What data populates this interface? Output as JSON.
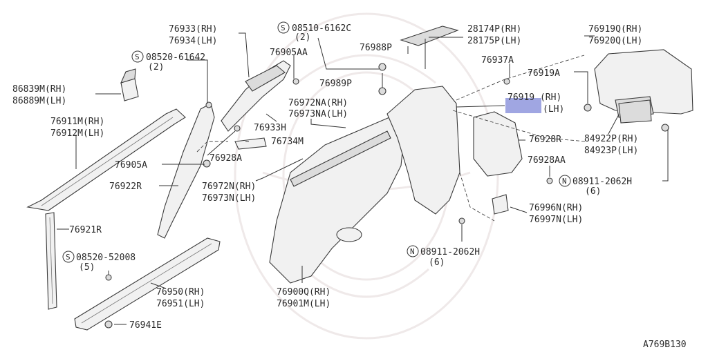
{
  "diagram_id": "A769B130",
  "callouts": {
    "c76933rh": "76933(RH)",
    "c76934lh": "76934(LH)",
    "s08510": "08510-6162C",
    "s08510_qty": "(2)",
    "c28174p": "28174P(RH)",
    "c28175p": "28175P(LH)",
    "c76919q": "76919Q(RH)",
    "c76920q": "76920Q(LH)",
    "s08520a": "08520-61642",
    "s08520a_qty": "(2)",
    "c76905aa": "76905AA",
    "c76988p": "76988P",
    "c76937a": "76937A",
    "c76919a": "76919A",
    "c86839m": "86839M(RH)",
    "c86889m": "86889M(LH)",
    "c76989p": "76989P",
    "c76919rh": "76919 (RH)",
    "c76919lh": "(LH)",
    "c76972na": "76972NA(RH)",
    "c76973na": "76973NA(LH)",
    "c76911m": "76911M(RH)",
    "c76912m": "76912M(LH)",
    "c76933h": "76933H",
    "c76734m": "76734M",
    "c84922p": "84922P(RH)",
    "c84923p": "84923P(LH)",
    "c76928r": "76928R",
    "c76905a": "76905A",
    "c76928a": "76928A",
    "c76928aa": "76928AA",
    "n08911a": "08911-2062H",
    "n08911a_qty": "(6)",
    "c76922r": "76922R",
    "c76972n": "76972N(RH)",
    "c76973n": "76973N(LH)",
    "c76996n": "76996N(RH)",
    "c76997n": "76997N(LH)",
    "c76921r": "76921R",
    "n08911b": "08911-2062H",
    "n08911b_qty": "(6)",
    "s08520b": "08520-52008",
    "s08520b_qty": "(5)",
    "c76950": "76950(RH)",
    "c76951": "76951(LH)",
    "c76900q": "76900Q(RH)",
    "c76901m": "76901M(LH)",
    "c76941e": "76941E"
  },
  "symbols": {
    "screw": "S",
    "nut": "N"
  },
  "colors": {
    "line": "#333333",
    "text": "#2a2a2a",
    "watermark": "#efe9e9",
    "highlight": "#8f96dd"
  }
}
